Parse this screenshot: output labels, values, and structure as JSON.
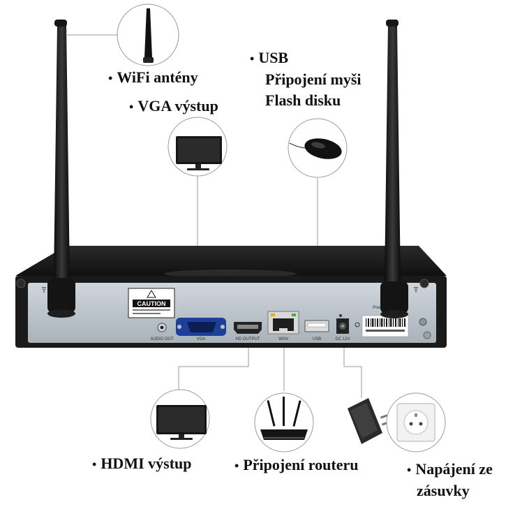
{
  "labels": {
    "wifi": "WiFi antény",
    "vga": "VGA výstup",
    "usb_title": "USB",
    "usb_line2": "Připojení myši",
    "usb_line3": "Flash disku",
    "hdmi": "HDMI výstup",
    "router": "Připojení routeru",
    "power_line1": "Napájení ze",
    "power_line2": "zásuvky"
  },
  "device": {
    "caution": "CAUTION",
    "ports": {
      "audio_out": "AUDIO OUT",
      "vga": "VGA",
      "hdmi": "HD OUTPUT",
      "wan": "WAN",
      "usb": "USB",
      "dc": "DC 12V",
      "power": "Power"
    }
  },
  "icons": [
    "antenna-icon",
    "monitor-icon",
    "mouse-icon",
    "router-icon",
    "power-adapter-icon",
    "wall-socket-icon"
  ],
  "colors": {
    "device_body": "#1a1a1a",
    "back_panel": "#b9c2c9",
    "text": "#111111",
    "callout_line": "#9a9a9a"
  }
}
